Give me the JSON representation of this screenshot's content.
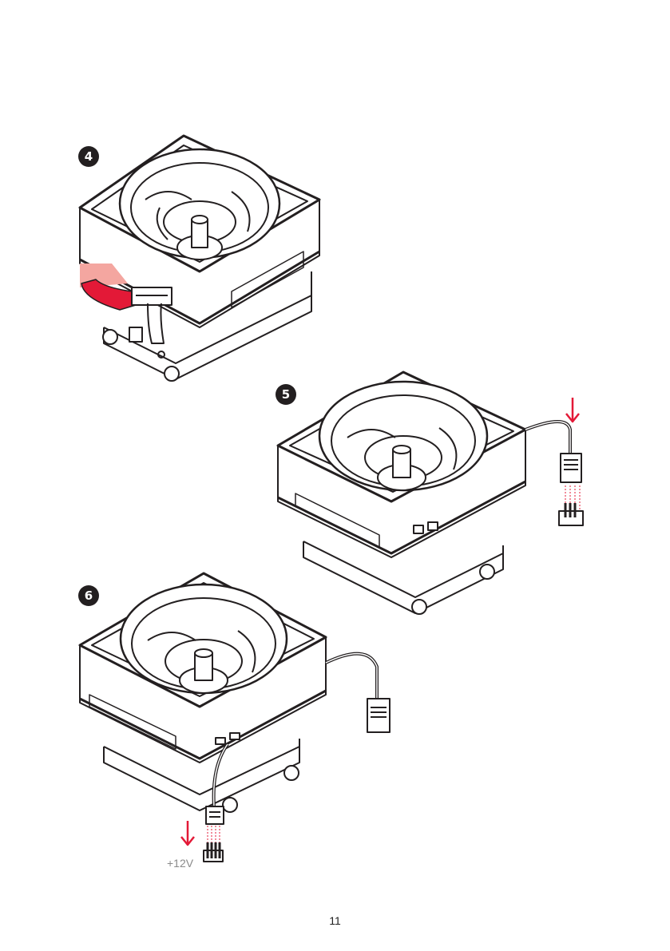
{
  "steps": [
    {
      "number": "4"
    },
    {
      "number": "5"
    },
    {
      "number": "6"
    }
  ],
  "voltage_label": "+12V",
  "page_number": "11",
  "colors": {
    "accent": "#e31937",
    "accent_light": "#f4a6a0",
    "line": "#231f20",
    "shade": "#d9d9d9"
  },
  "illustrations": [
    "cpu-cooler-unplugging-cable",
    "cpu-cooler-fan-connector-to-header",
    "cpu-cooler-rgb-connector-to-header"
  ]
}
